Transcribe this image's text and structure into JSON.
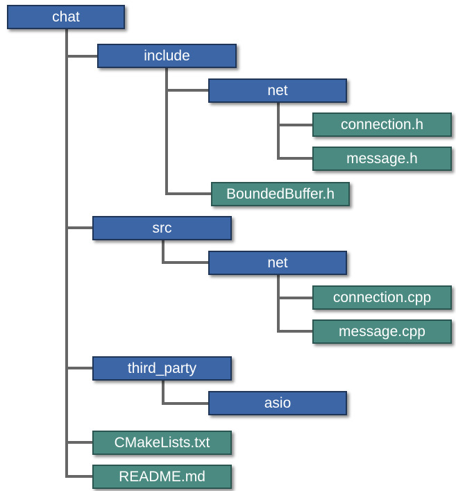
{
  "tree": {
    "root": {
      "label": "chat",
      "kind": "folder"
    },
    "include": {
      "label": "include",
      "kind": "folder"
    },
    "include_net": {
      "label": "net",
      "kind": "folder"
    },
    "connection_h": {
      "label": "connection.h",
      "kind": "file"
    },
    "message_h": {
      "label": "message.h",
      "kind": "file"
    },
    "boundedbuffer_h": {
      "label": "BoundedBuffer.h",
      "kind": "file"
    },
    "src": {
      "label": "src",
      "kind": "folder"
    },
    "src_net": {
      "label": "net",
      "kind": "folder"
    },
    "connection_cpp": {
      "label": "connection.cpp",
      "kind": "file"
    },
    "message_cpp": {
      "label": "message.cpp",
      "kind": "file"
    },
    "third_party": {
      "label": "third_party",
      "kind": "folder"
    },
    "asio": {
      "label": "asio",
      "kind": "folder"
    },
    "cmakelists": {
      "label": "CMakeLists.txt",
      "kind": "file"
    },
    "readme": {
      "label": "README.md",
      "kind": "file"
    }
  },
  "colors": {
    "folder_fill": "#3d66a6",
    "file_fill": "#4a8a80",
    "connector": "#666666",
    "text": "#ffffff"
  }
}
